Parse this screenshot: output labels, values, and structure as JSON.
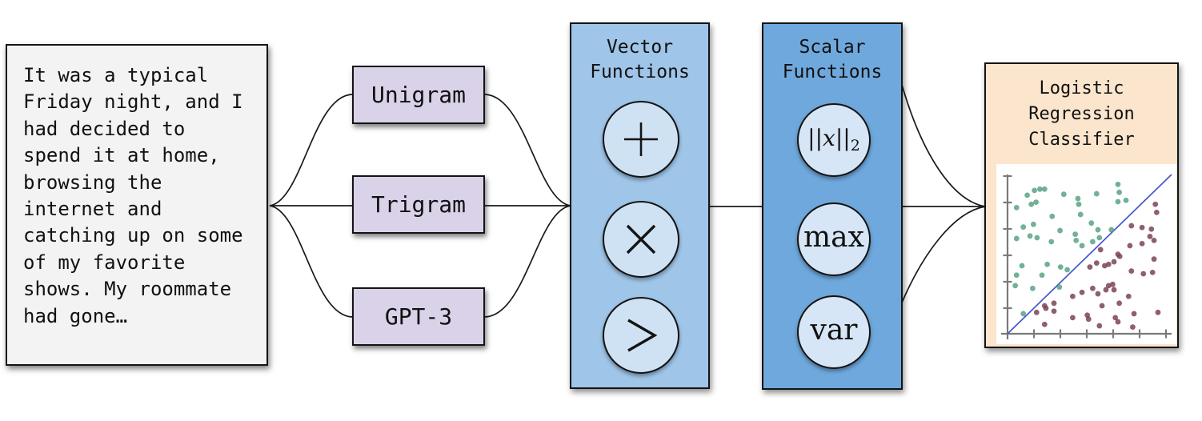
{
  "story_box": {
    "text": "It was a typical\nFriday night, and I\nhad decided to\nspend it at home,\nbrowsing the\ninternet and\ncatching up on some\nof my favorite\nshows. My roommate\nhad gone…"
  },
  "models": [
    {
      "label": "Unigram"
    },
    {
      "label": "Trigram"
    },
    {
      "label": "GPT-3"
    }
  ],
  "vector_functions": {
    "title_line1": "Vector",
    "title_line2": "Functions",
    "operations": [
      {
        "icon": "plus-icon",
        "symbol": "+"
      },
      {
        "icon": "multiply-icon",
        "symbol": "×"
      },
      {
        "icon": "greater-than-icon",
        "symbol": ">"
      }
    ]
  },
  "scalar_functions": {
    "title_line1": "Scalar",
    "title_line2": "Functions",
    "norm": {
      "pre": "||",
      "variable": "x",
      "post": "||",
      "subscript": "2"
    },
    "operations": [
      {
        "label": "max"
      },
      {
        "label": "var"
      }
    ]
  },
  "classifier": {
    "title_line1": "Logistic",
    "title_line2": "Regression",
    "title_line3": "Classifier"
  },
  "colors": {
    "background": "#ffffff",
    "border": "#141414",
    "connector": "#1a1a1a",
    "story_box_bg": "#f3f3f3",
    "model_box_bg": "#d9d2e9",
    "vector_box_bg": "#9fc5e8",
    "vector_circle_bg": "#cfe2f3",
    "scalar_box_bg": "#6fa8dc",
    "scalar_circle_bg": "#d7e6f6",
    "classifier_box_bg": "#fce5cd",
    "plot_bg": "#ffffff"
  },
  "chart_data": {
    "type": "scatter",
    "title": "",
    "xlabel": "",
    "ylabel": "",
    "x_range": [
      0,
      1
    ],
    "y_range": [
      0,
      1
    ],
    "x_tick_count": 6,
    "y_tick_count": 6,
    "grid": false,
    "legend": "none",
    "axis_color": "#7a7a7a",
    "point_radius": 3.4,
    "decision_boundary": {
      "from": [
        0,
        0
      ],
      "to": [
        1,
        1
      ],
      "color": "#4556c8",
      "width": 1.7
    },
    "series": [
      {
        "name": "green-class",
        "color": "#4f9d7b",
        "opacity": 0.8,
        "points": [
          [
            0.12,
            0.87
          ],
          [
            0.164,
            0.9
          ],
          [
            0.197,
            0.908
          ],
          [
            0.226,
            0.908
          ],
          [
            0.343,
            0.876
          ],
          [
            0.429,
            0.849
          ],
          [
            0.055,
            0.792
          ],
          [
            0.145,
            0.813
          ],
          [
            0.174,
            0.826
          ],
          [
            0.434,
            0.813
          ],
          [
            0.272,
            0.737
          ],
          [
            0.445,
            0.749
          ],
          [
            0.096,
            0.67
          ],
          [
            0.158,
            0.687
          ],
          [
            0.055,
            0.598
          ],
          [
            0.137,
            0.614
          ],
          [
            0.18,
            0.603
          ],
          [
            0.32,
            0.648
          ],
          [
            0.267,
            0.578
          ],
          [
            0.413,
            0.625
          ],
          [
            0.418,
            0.586
          ],
          [
            0.673,
            0.938
          ],
          [
            0.681,
            0.888
          ],
          [
            0.673,
            0.829
          ],
          [
            0.722,
            0.838
          ],
          [
            0.633,
            0.653
          ],
          [
            0.551,
            0.653
          ],
          [
            0.56,
            0.603
          ],
          [
            0.543,
            0.879
          ],
          [
            0.511,
            0.695
          ],
          [
            0.519,
            0.578
          ],
          [
            0.454,
            0.553
          ],
          [
            0.323,
            0.419
          ],
          [
            0.242,
            0.436
          ],
          [
            0.088,
            0.427
          ],
          [
            0.055,
            0.368
          ],
          [
            0.047,
            0.302
          ],
          [
            0.153,
            0.285
          ],
          [
            0.21,
            0.368
          ],
          [
            0.316,
            0.293
          ],
          [
            0.364,
            0.402
          ],
          [
            0.096,
            0.126
          ]
        ]
      },
      {
        "name": "maroon-class",
        "color": "#7d4355",
        "opacity": 0.85,
        "points": [
          [
            0.901,
            0.813
          ],
          [
            0.909,
            0.762
          ],
          [
            0.755,
            0.678
          ],
          [
            0.82,
            0.667
          ],
          [
            0.877,
            0.657
          ],
          [
            0.868,
            0.611
          ],
          [
            0.893,
            0.586
          ],
          [
            0.746,
            0.553
          ],
          [
            0.82,
            0.566
          ],
          [
            0.684,
            0.486
          ],
          [
            0.673,
            0.499
          ],
          [
            0.567,
            0.528
          ],
          [
            0.502,
            0.419
          ],
          [
            0.543,
            0.444
          ],
          [
            0.592,
            0.427
          ],
          [
            0.616,
            0.436
          ],
          [
            0.649,
            0.452
          ],
          [
            0.755,
            0.394
          ],
          [
            0.828,
            0.377
          ],
          [
            0.884,
            0.385
          ],
          [
            0.893,
            0.469
          ],
          [
            0.616,
            0.302
          ],
          [
            0.641,
            0.31
          ],
          [
            0.649,
            0.276
          ],
          [
            0.6,
            0.276
          ],
          [
            0.519,
            0.285
          ],
          [
            0.551,
            0.251
          ],
          [
            0.454,
            0.26
          ],
          [
            0.397,
            0.235
          ],
          [
            0.738,
            0.235
          ],
          [
            0.576,
            0.176
          ],
          [
            0.681,
            0.192
          ],
          [
            0.283,
            0.192
          ],
          [
            0.226,
            0.176
          ],
          [
            0.234,
            0.16
          ],
          [
            0.177,
            0.134
          ],
          [
            0.283,
            0.142
          ],
          [
            0.397,
            0.101
          ],
          [
            0.486,
            0.117
          ],
          [
            0.494,
            0.092
          ],
          [
            0.56,
            0.05
          ],
          [
            0.657,
            0.101
          ],
          [
            0.673,
            0.075
          ],
          [
            0.763,
            0.042
          ],
          [
            0.771,
            0.126
          ],
          [
            0.917,
            0.134
          ],
          [
            0.226,
            0.059
          ]
        ]
      }
    ]
  }
}
